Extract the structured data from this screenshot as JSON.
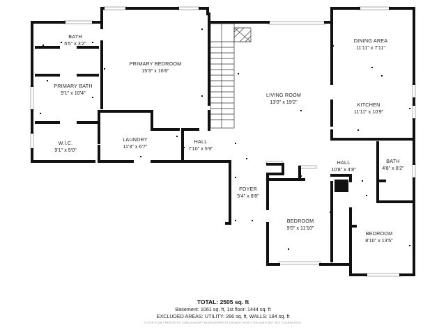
{
  "rooms": [
    {
      "id": "bath1",
      "name": "BATH",
      "dim": "5'5\" x 3'2\""
    },
    {
      "id": "primary_bath",
      "name": "PRIMARY BATH",
      "dim": "9'1\" x 10'4\""
    },
    {
      "id": "wic",
      "name": "W.I.C.",
      "dim": "9'1\" x 5'0\""
    },
    {
      "id": "primary_bedroom",
      "name": "PRIMARY BEDROOM",
      "dim": "15'3\" x 16'6\""
    },
    {
      "id": "laundry",
      "name": "LAUNDRY",
      "dim": "11'3\" x 6'7\""
    },
    {
      "id": "hall1",
      "name": "HALL",
      "dim": "7'10\" x 5'9\""
    },
    {
      "id": "living_room",
      "name": "LIVING ROOM",
      "dim": "13'0\" x 19'2\""
    },
    {
      "id": "dining_area",
      "name": "DINING AREA",
      "dim": "11'11\" x 7'11\""
    },
    {
      "id": "kitchen",
      "name": "KITCHEN",
      "dim": "11'11\" x 10'9\""
    },
    {
      "id": "hall2",
      "name": "HALL",
      "dim": "10'8\" x 4'8\""
    },
    {
      "id": "bath2",
      "name": "BATH",
      "dim": "4'8\" x 8'2\""
    },
    {
      "id": "foyer",
      "name": "FOYER",
      "dim": "5'4\" x 8'8\""
    },
    {
      "id": "bedroom1",
      "name": "BEDROOM",
      "dim": "9'0\" x 11'10\""
    },
    {
      "id": "bedroom2",
      "name": "BEDROOM",
      "dim": "8'10\" x 13'5\""
    }
  ],
  "footer": {
    "total_label": "TOTAL:",
    "total_value": "2505 sq. ft",
    "breakdown": "Basement: 1061 sq. ft, 1st floor: 1444 sq. ft",
    "excluded": "EXCLUDED AREAS: UTILITY: 286 sq. ft, WALLS: 184 sq. ft",
    "disclaimer": "FLOOR PLAN CREATED BY CUBICASA APP. MEASUREMENTS DEEMED HIGHLY RELIABLE BUT NOT GUARANTEED."
  },
  "colors": {
    "wall": "#111111",
    "window": "#9a9a9a",
    "text": "#222222"
  }
}
